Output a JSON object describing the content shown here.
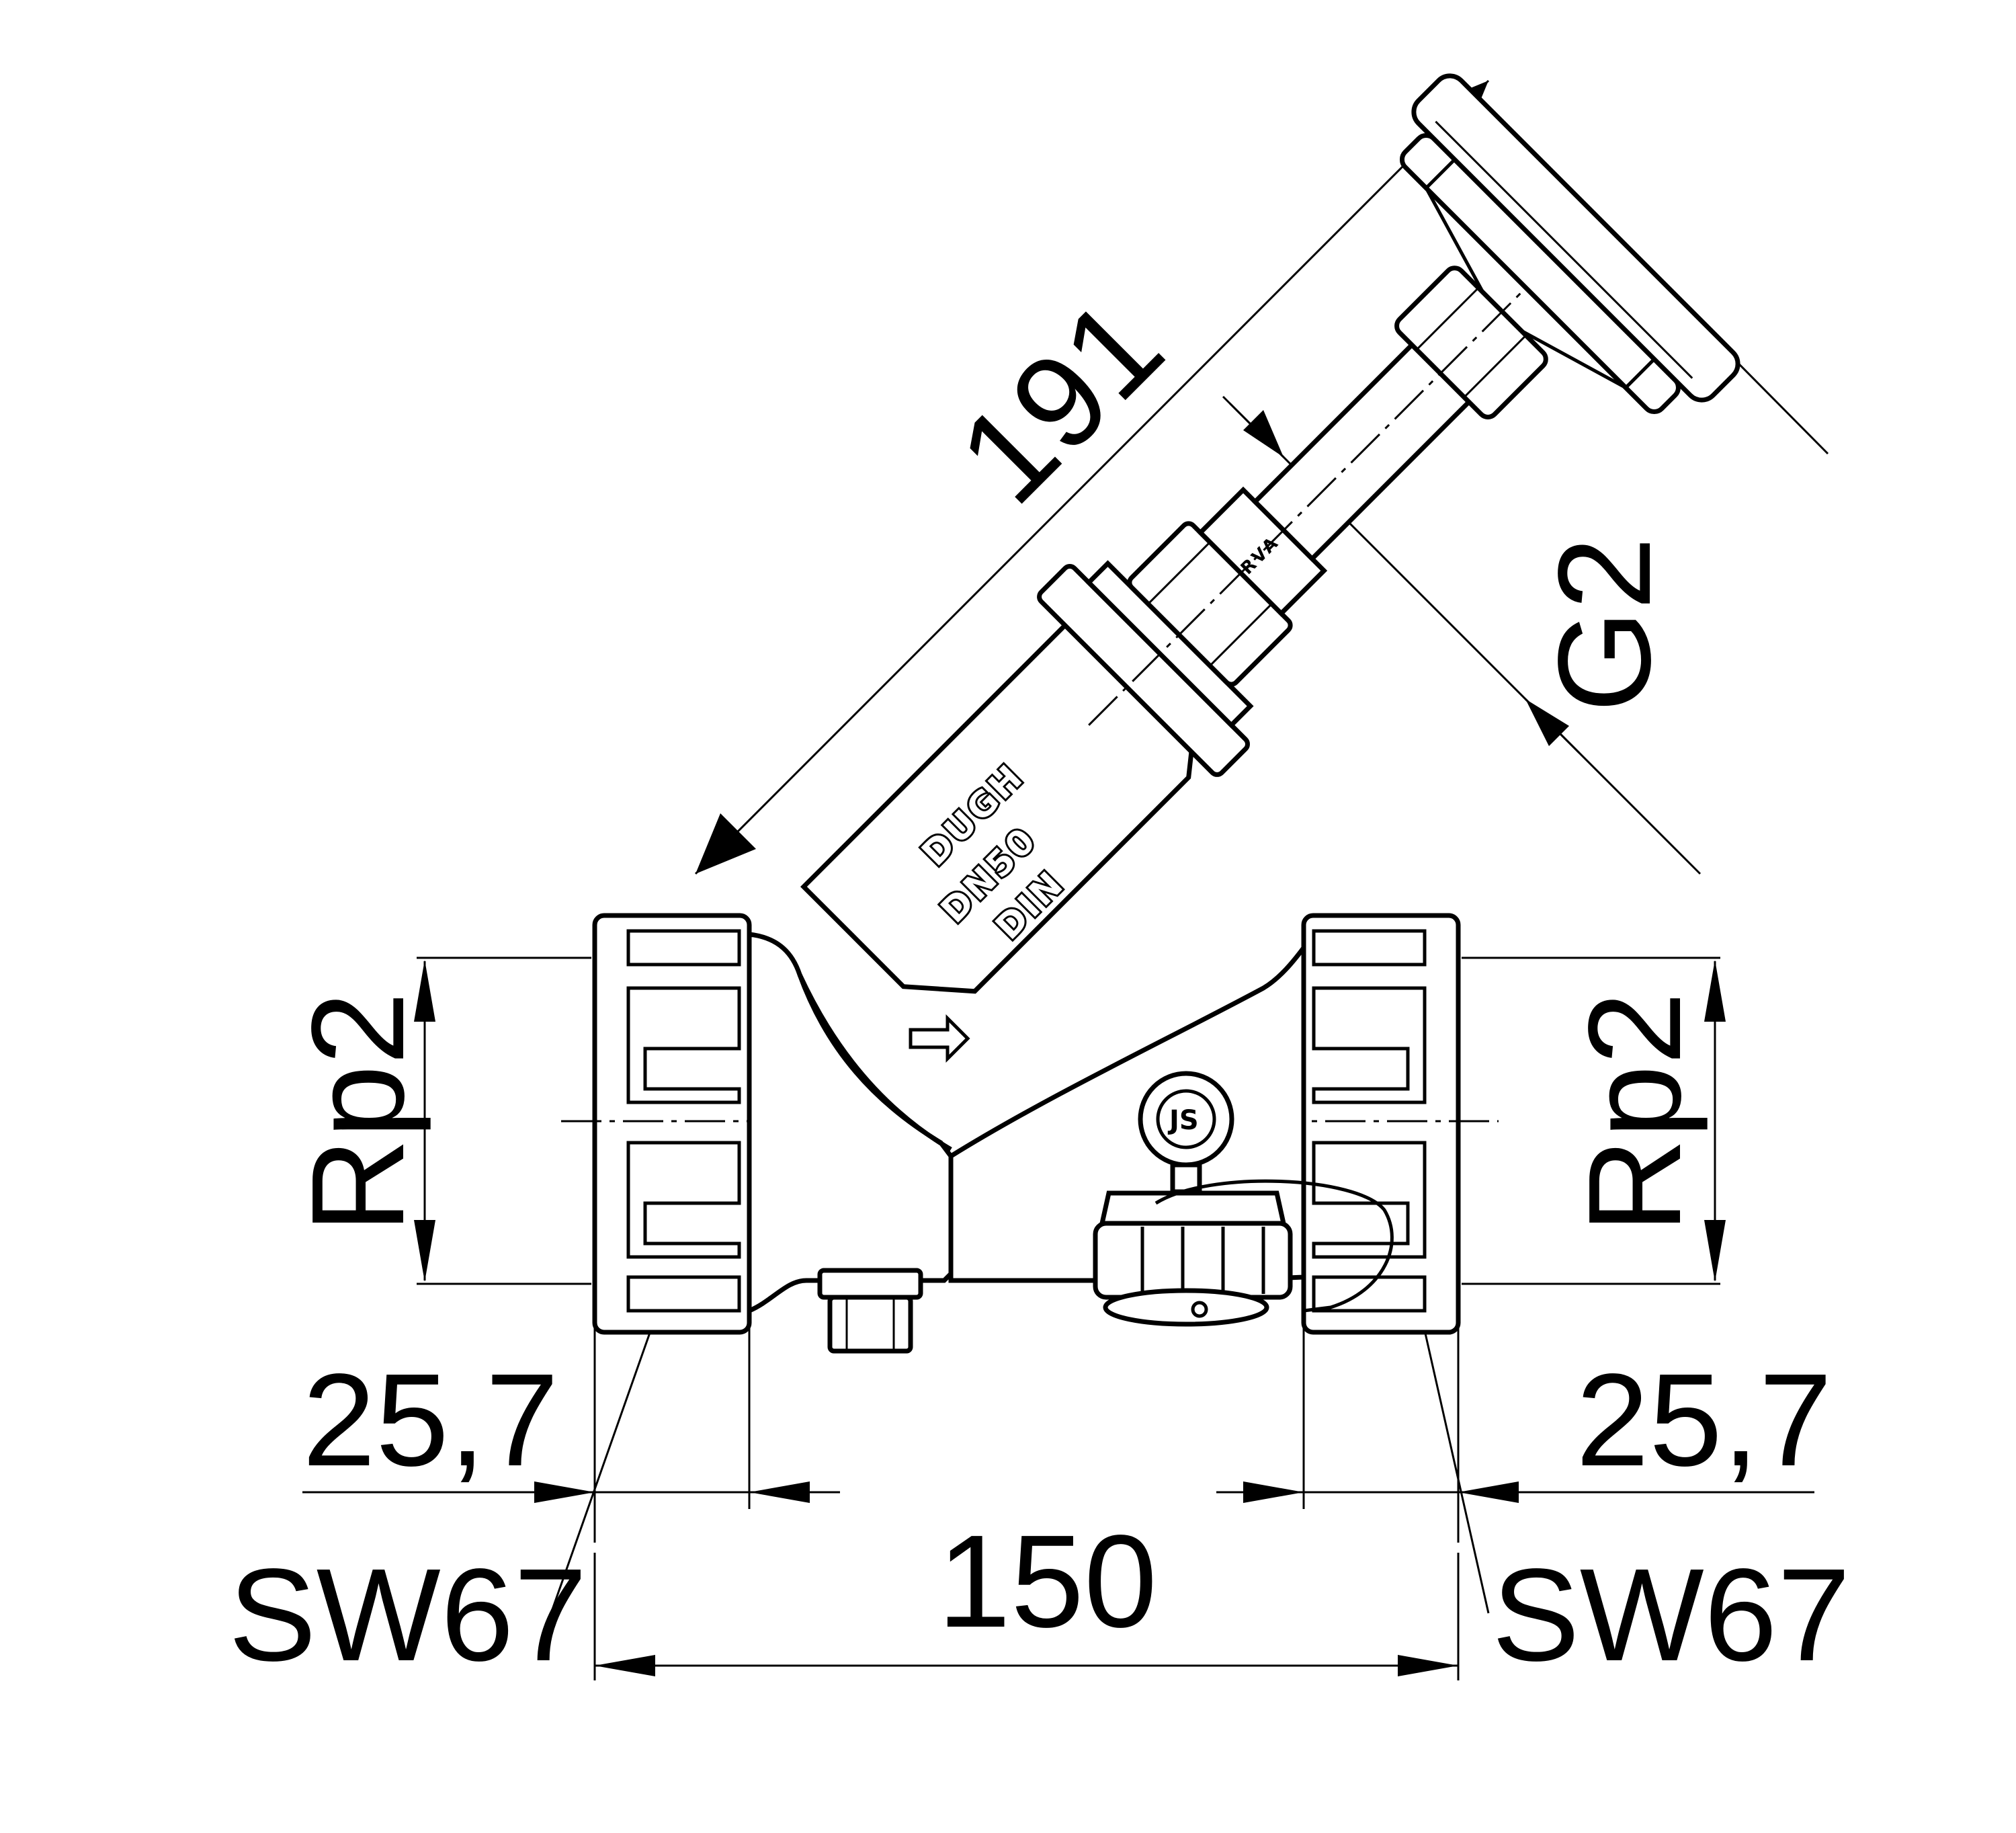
{
  "dimensions": {
    "handwheel_length": "191",
    "bonnet_thread": "G2",
    "inlet_thread": "Rp2",
    "outlet_thread": "Rp2",
    "inlet_thread_depth": "25,7",
    "outlet_thread_depth": "25,7",
    "face_to_face_length": "150",
    "inlet_wrench_size": "SW67",
    "outlet_wrench_size": "SW67"
  },
  "markings": {
    "manufacturer": "DUGH",
    "nominal_size": "DN50",
    "standard": "DIN",
    "stem_label": "RVA",
    "logo_text": "JS"
  },
  "colors": {
    "line": "#000000",
    "background": "#ffffff"
  }
}
